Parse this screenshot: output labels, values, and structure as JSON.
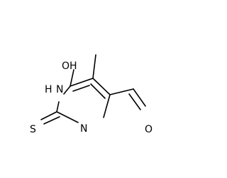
{
  "molecule": {
    "atoms": [
      {
        "id": "oh",
        "label": "OH",
        "color": "#000000"
      },
      {
        "id": "nh",
        "label": "H",
        "color": "#000000"
      },
      {
        "id": "n1",
        "label": "N",
        "color": "#000000"
      },
      {
        "id": "n2",
        "label": "N",
        "color": "#000000"
      },
      {
        "id": "s",
        "label": "S",
        "color": "#000000"
      },
      {
        "id": "o",
        "label": "O",
        "color": "#000000"
      }
    ]
  }
}
